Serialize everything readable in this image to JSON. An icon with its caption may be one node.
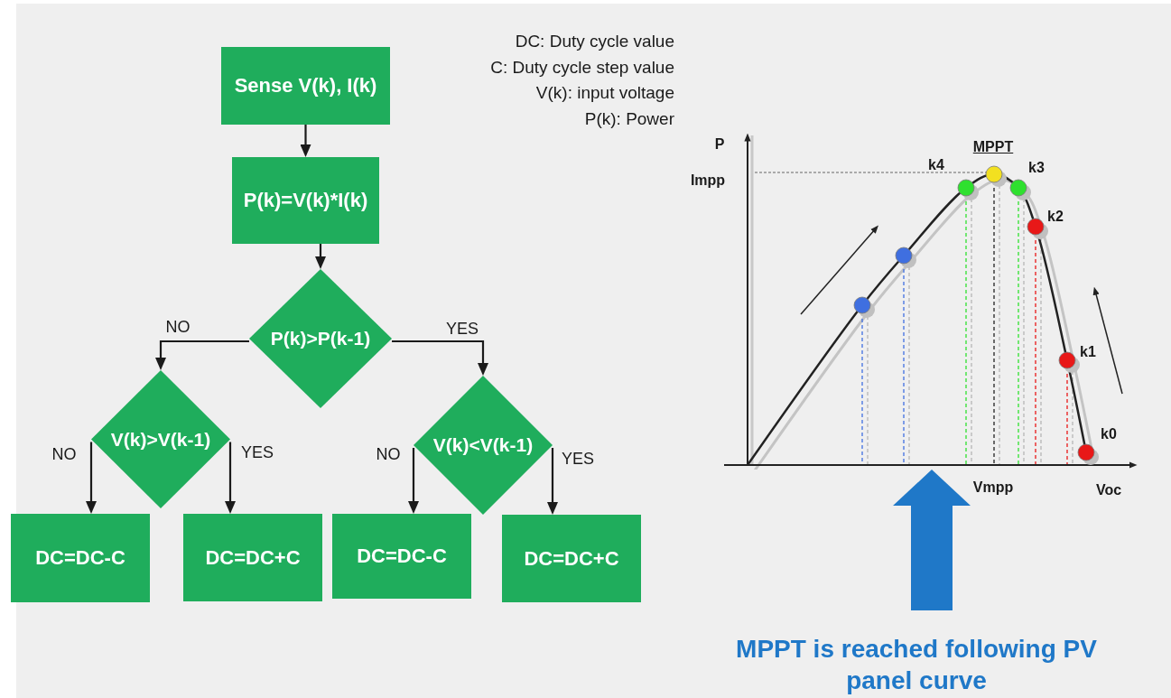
{
  "diagram": {
    "nodes": [
      {
        "text": [
          "Sense V(k), I(k)"
        ]
      },
      {
        "text": [
          "P(k)=V(k)*I(k)"
        ]
      },
      {
        "text": [
          "P(k)>P(k-1)"
        ]
      },
      {
        "text": [
          "V(k)>V(k-1)"
        ]
      },
      {
        "text": [
          "V(k)<V(k-1)"
        ]
      },
      {
        "text": [
          "DC=DC-C"
        ]
      },
      {
        "text": [
          "DC=DC+C"
        ]
      },
      {
        "text": [
          "DC=DC-C"
        ]
      },
      {
        "text": [
          "DC=DC+C"
        ]
      },
      {
        "text": [
          "MPPT is reached following PV panel curve"
        ]
      },
      {
        "text": [],
        "shape": "picture"
      }
    ],
    "edges": [
      {
        "from": 0,
        "to": 1,
        "arrow": "to"
      },
      {
        "from": 1,
        "to": 2,
        "arrow": "to"
      },
      {
        "from": 2,
        "to": 3,
        "arrow": "to",
        "label": "NO"
      },
      {
        "from": 2,
        "to": 4,
        "arrow": "to",
        "label": "YES"
      },
      {
        "from": 3,
        "to": 5,
        "arrow": "to",
        "label": "NO"
      },
      {
        "from": 3,
        "to": 6,
        "arrow": "to",
        "label": "YES"
      },
      {
        "from": 4,
        "to": 7,
        "arrow": "to",
        "label": "NO"
      },
      {
        "from": 4,
        "to": 8,
        "arrow": "to",
        "label": "YES"
      },
      {
        "from": 9,
        "to": 10,
        "arrow": "to",
        "style": "thick",
        "color": "#1f78c8"
      }
    ],
    "labels": [
      "DC: Duty  cycle value",
      "C: Duty  cycle step value",
      "V(k): input voltage",
      "P(k): Power",
      "P",
      "Impp",
      "MPPT",
      "k4",
      "k3",
      "k2",
      "k1",
      "k0",
      "Vmpp",
      "Voc"
    ]
  }
}
